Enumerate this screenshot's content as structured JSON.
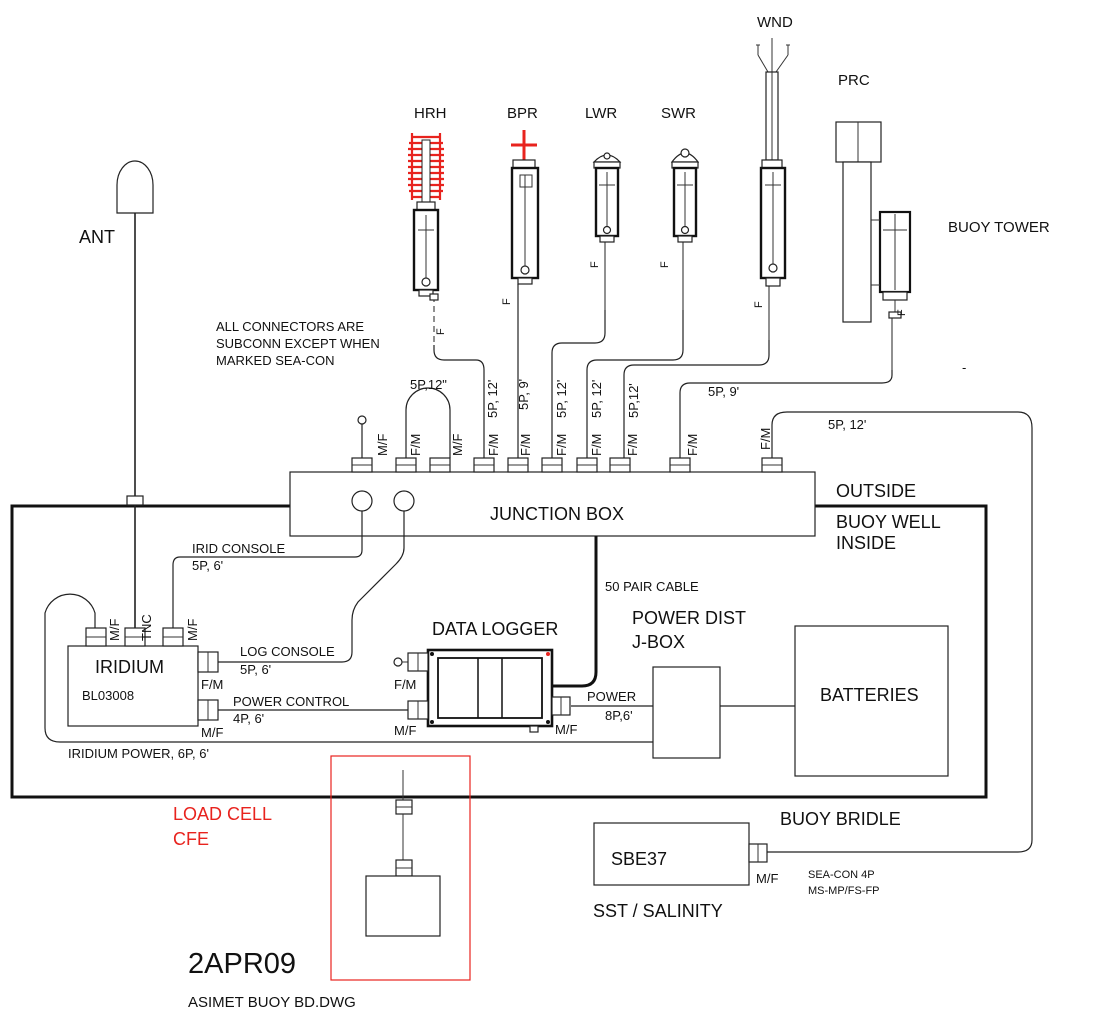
{
  "sensors": {
    "hrh": "HRH",
    "bpr": "BPR",
    "lwr": "LWR",
    "swr": "SWR",
    "wnd": "WND",
    "prc": "PRC",
    "female_label": "F"
  },
  "antenna_label": "ANT",
  "buoy_tower_label": "BUOY TOWER",
  "connector_note": [
    "ALL CONNECTORS ARE",
    "SUBCONN EXCEPT WHEN",
    "MARKED SEA-CON"
  ],
  "cable_labels": {
    "loop": "5P,12\"",
    "hrh": "5P, 12'",
    "bpr": "5P, 9'",
    "lwr": "5P, 12'",
    "swr": "5P, 12'",
    "wnd": "5P,12'",
    "prc": "5P, 9'",
    "sbe": "5P, 12'",
    "irid_console": "IRID CONSOLE",
    "irid_console_spec": "5P, 6'",
    "log_console": "LOG CONSOLE",
    "log_console_spec": "5P, 6'",
    "power_control": "POWER CONTROL",
    "power_control_spec": "4P, 6'",
    "iridium_power": "IRIDIUM POWER, 6P, 6'",
    "fifty_pair": "50 PAIR CABLE",
    "power": "POWER",
    "power_spec": "8P,6'",
    "seacon_1": "SEA-CON 4P",
    "seacon_2": "MS-MP/FS-FP"
  },
  "connector_genders": {
    "mf": "M/F",
    "fm": "F/M",
    "tnc": "TNC"
  },
  "junction_box": "JUNCTION BOX",
  "outside": "OUTSIDE",
  "buoy_well": "BUOY WELL",
  "inside": "INSIDE",
  "iridium": "IRIDIUM",
  "iridium_serial": "BL03008",
  "data_logger": "DATA LOGGER",
  "power_dist": "POWER DIST",
  "jbox": "J-BOX",
  "batteries": "BATTERIES",
  "load_cell": "LOAD CELL",
  "cfe": "CFE",
  "buoy_bridle": "BUOY BRIDLE",
  "sbe37": "SBE37",
  "sst_salinity": "SST / SALINITY",
  "dash_mark": "-",
  "date": "2APR09",
  "filename": "ASIMET BUOY BD.DWG",
  "colors": {
    "accent_red": "#e8231e",
    "line": "#222222"
  }
}
